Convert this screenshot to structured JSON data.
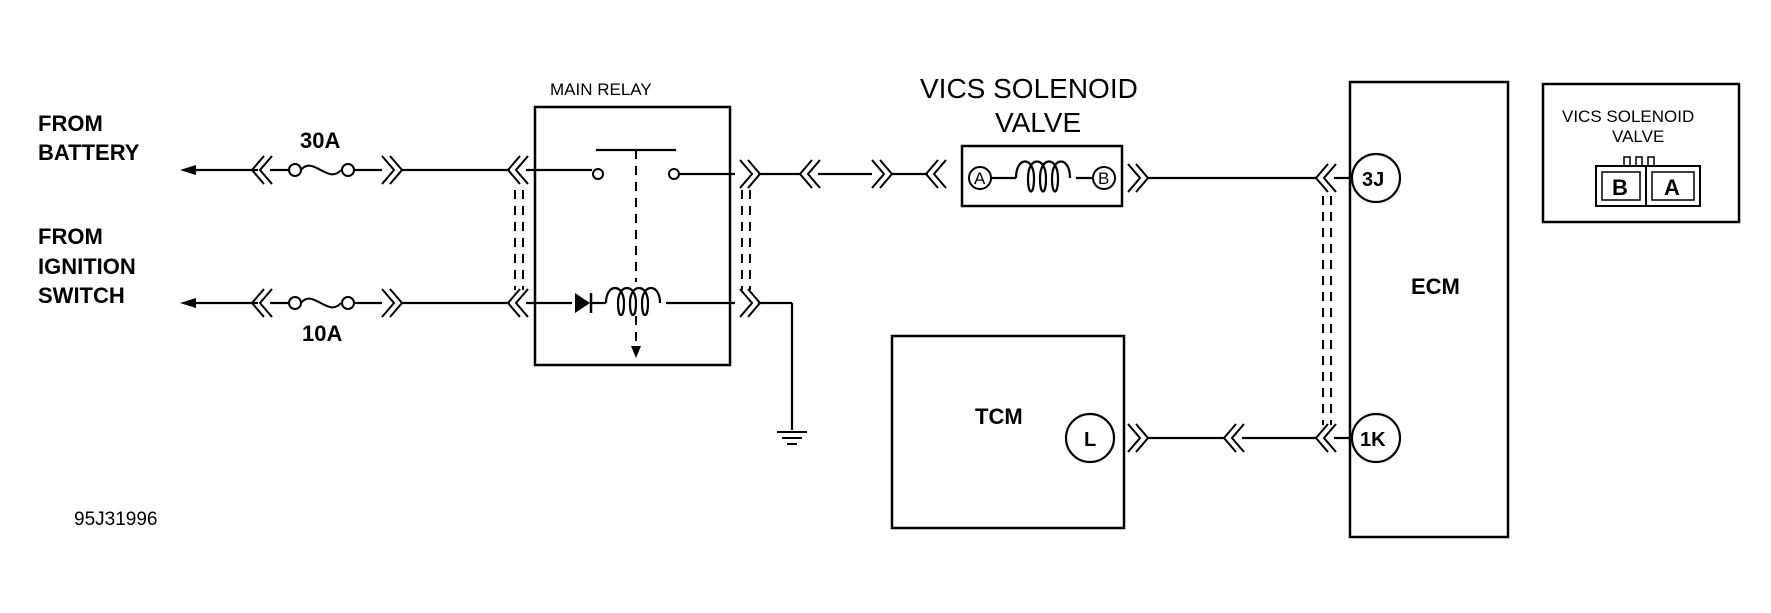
{
  "labels": {
    "from_battery_1": "FROM",
    "from_battery_2": "BATTERY",
    "from_ignition_1": "FROM",
    "from_ignition_2": "IGNITION",
    "from_ignition_3": "SWITCH",
    "fuse_30a": "30A",
    "fuse_10a": "10A",
    "main_relay": "MAIN RELAY",
    "vics_title_1": "VICS  SOLENOID",
    "vics_title_2": "VALVE",
    "pin_a": "A",
    "pin_b": "B",
    "tcm": "TCM",
    "tcm_pin": "L",
    "ecm": "ECM",
    "ecm_pin_3j": "3J",
    "ecm_pin_1k": "1K",
    "inset_title_1": "VICS SOLENOID",
    "inset_title_2": "VALVE",
    "inset_b": "B",
    "inset_a": "A",
    "figure_code": "95J31996"
  }
}
